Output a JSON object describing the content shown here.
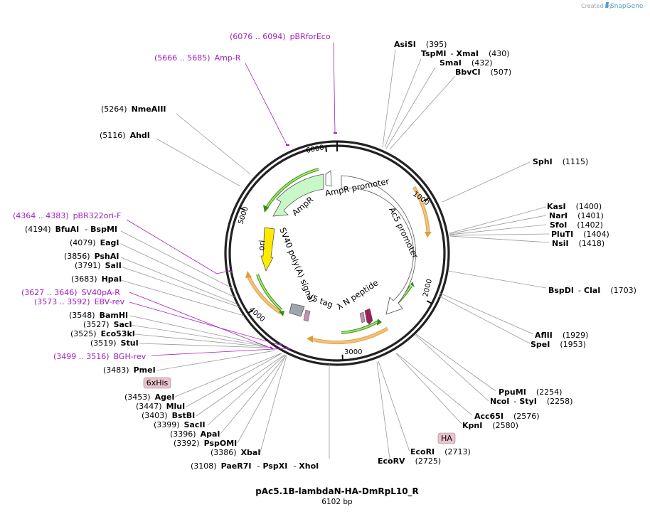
{
  "credit": {
    "created_by": "Created by",
    "brand": "SnapGene"
  },
  "plasmid": {
    "name": "pAc5.1B-lambdaN-HA-DmRpL10_R",
    "length": "6102 bp"
  },
  "ticks": [
    {
      "label": "1000",
      "bp": 1000
    },
    {
      "label": "2000",
      "bp": 2000
    },
    {
      "label": "3000",
      "bp": 3000
    },
    {
      "label": "4000",
      "bp": 4000
    },
    {
      "label": "5000",
      "bp": 5000
    },
    {
      "label": "6000",
      "bp": 6000
    }
  ],
  "features": [
    {
      "name": "AmpR promoter",
      "color": "#ffffff"
    },
    {
      "name": "Ac5 promoter",
      "color": "#ffffff"
    },
    {
      "name": "λ N peptide",
      "color": "#9e1f55"
    },
    {
      "name": "V5 tag",
      "color": "#999999"
    },
    {
      "name": "SV40 poly(A) signal",
      "color": "#999999"
    },
    {
      "name": "ori",
      "color": "#ffea00"
    },
    {
      "name": "AmpR",
      "color": "#c8f7c8"
    }
  ],
  "badges": [
    {
      "name": "6xHis"
    },
    {
      "name": "HA"
    }
  ],
  "primers": [
    {
      "range": "(6076 .. 6094)",
      "name": "pBRforEco"
    },
    {
      "range": "(5666 .. 5685)",
      "name": "Amp-R"
    },
    {
      "range": "(4364 .. 4383)",
      "name": "pBR322ori-F"
    },
    {
      "range": "(3627 .. 3646)",
      "name": "SV40pA-R"
    },
    {
      "range": "(3573 .. 3592)",
      "name": "EBV-rev"
    },
    {
      "range": "(3499 .. 3516)",
      "name": "BGH-rev"
    }
  ],
  "sites_right": [
    {
      "name": "AsiSI",
      "pos": "(395)"
    },
    {
      "name": "TspMI",
      "name2": "XmaI",
      "pos": "(430)"
    },
    {
      "name": "SmaI",
      "pos": "(432)"
    },
    {
      "name": "BbvCI",
      "pos": "(507)"
    },
    {
      "name": "SphI",
      "pos": "(1115)"
    },
    {
      "name": "KasI",
      "pos": "(1400)"
    },
    {
      "name": "NarI",
      "pos": "(1401)"
    },
    {
      "name": "SfoI",
      "pos": "(1402)"
    },
    {
      "name": "PluTI",
      "pos": "(1404)"
    },
    {
      "name": "NsiI",
      "pos": "(1418)"
    },
    {
      "name": "BspDI",
      "name2": "ClaI",
      "pos": "(1703)"
    },
    {
      "name": "AflII",
      "pos": "(1929)"
    },
    {
      "name": "SpeI",
      "pos": "(1953)"
    },
    {
      "name": "PpuMI",
      "pos": "(2254)"
    },
    {
      "name": "NcoI",
      "name2": "StyI",
      "pos": "(2258)"
    },
    {
      "name": "Acc65I",
      "pos": "(2576)"
    },
    {
      "name": "KpnI",
      "pos": "(2580)"
    },
    {
      "name": "EcoRI",
      "pos": "(2713)"
    },
    {
      "name": "EcoRV",
      "pos": "(2725)"
    }
  ],
  "sites_left": [
    {
      "name": "NmeAIII",
      "pos": "(5264)"
    },
    {
      "name": "AhdI",
      "pos": "(5116)"
    },
    {
      "name": "BfuAI",
      "name2": "BspMI",
      "pos": "(4194)"
    },
    {
      "name": "EagI",
      "pos": "(4079)"
    },
    {
      "name": "PshAI",
      "pos": "(3856)"
    },
    {
      "name": "SalI",
      "pos": "(3791)"
    },
    {
      "name": "HpaI",
      "pos": "(3683)"
    },
    {
      "name": "BamHI",
      "pos": "(3548)"
    },
    {
      "name": "SacI",
      "pos": "(3527)"
    },
    {
      "name": "Eco53kI",
      "pos": "(3525)"
    },
    {
      "name": "StuI",
      "pos": "(3519)"
    },
    {
      "name": "PmeI",
      "pos": "(3483)"
    },
    {
      "name": "AgeI",
      "pos": "(3453)"
    },
    {
      "name": "MluI",
      "pos": "(3447)"
    },
    {
      "name": "BstBI",
      "pos": "(3403)"
    },
    {
      "name": "SacII",
      "pos": "(3399)"
    },
    {
      "name": "ApaI",
      "pos": "(3396)"
    },
    {
      "name": "PspOMI",
      "pos": "(3392)"
    },
    {
      "name": "XbaI",
      "pos": "(3386)"
    },
    {
      "name": "PaeR7I",
      "name2": "PspXI",
      "name3": "XhoI",
      "pos": "(3108)"
    }
  ]
}
